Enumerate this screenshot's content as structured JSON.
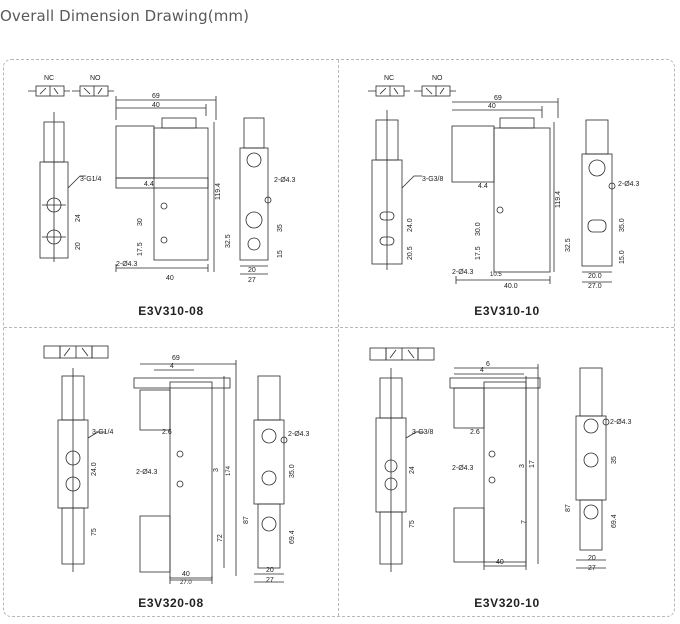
{
  "page": {
    "heading": "Overall Dimension Drawing(mm)"
  },
  "panels": [
    {
      "model": "E3V310-08",
      "symbols": [
        "NC",
        "NO"
      ],
      "port_label": "3-G1/4",
      "side_hole": "2-Ø4.3",
      "front_hole": "2-Ø4.3",
      "dims": {
        "w69": "69",
        "w40": "40",
        "h1194": "119.4",
        "d24": "24",
        "d20": "20",
        "d30": "30",
        "d175": "17.5",
        "b40": "40",
        "d44": "4.4",
        "d35": "35",
        "d325": "32.5",
        "d15": "15",
        "s20": "20",
        "s27": "27"
      }
    },
    {
      "model": "E3V310-10",
      "symbols": [
        "NC",
        "NO"
      ],
      "port_label": "3-G3/8",
      "side_hole": "2-Ø4.3",
      "front_hole": "2-Ø4.3",
      "dims": {
        "w69": "69",
        "w40": "40",
        "h1194": "119.4",
        "d24": "24.0",
        "d20": "20.5",
        "d30": "30.0",
        "d175": "17.5",
        "b40": "40.0",
        "d44": "4.4",
        "d35": "35.0",
        "d325": "32.5",
        "d15": "15.0",
        "s20": "20.0",
        "s27": "27.0",
        "d105": "10.5"
      }
    },
    {
      "model": "E3V320-08",
      "port_label": "3-G1/4",
      "side_hole": "2-Ø4.3",
      "front_hole": "2-Ø4.3",
      "dims": {
        "w69": "69",
        "w4": "4",
        "h174": "174",
        "d3": "3",
        "d72": "72",
        "d24": "24.0",
        "d75": "75",
        "b40": "40",
        "b27": "27.0",
        "d35": "35.0",
        "d87": "87",
        "d694": "69.4",
        "s20": "20",
        "s27": "27",
        "d26": "2.6"
      }
    },
    {
      "model": "E3V320-10",
      "port_label": "3-G3/8",
      "side_hole": "2-Ø4.3",
      "front_hole": "2-Ø4.3",
      "dims": {
        "w6": "6",
        "w4": "4",
        "d3": "3",
        "d17": "17",
        "d7": "7",
        "d24": "24",
        "d75": "75",
        "b40": "40",
        "d35": "35",
        "d87": "87",
        "d694": "69.4",
        "s20": "20",
        "s27": "27",
        "d26": "2.6"
      }
    }
  ]
}
